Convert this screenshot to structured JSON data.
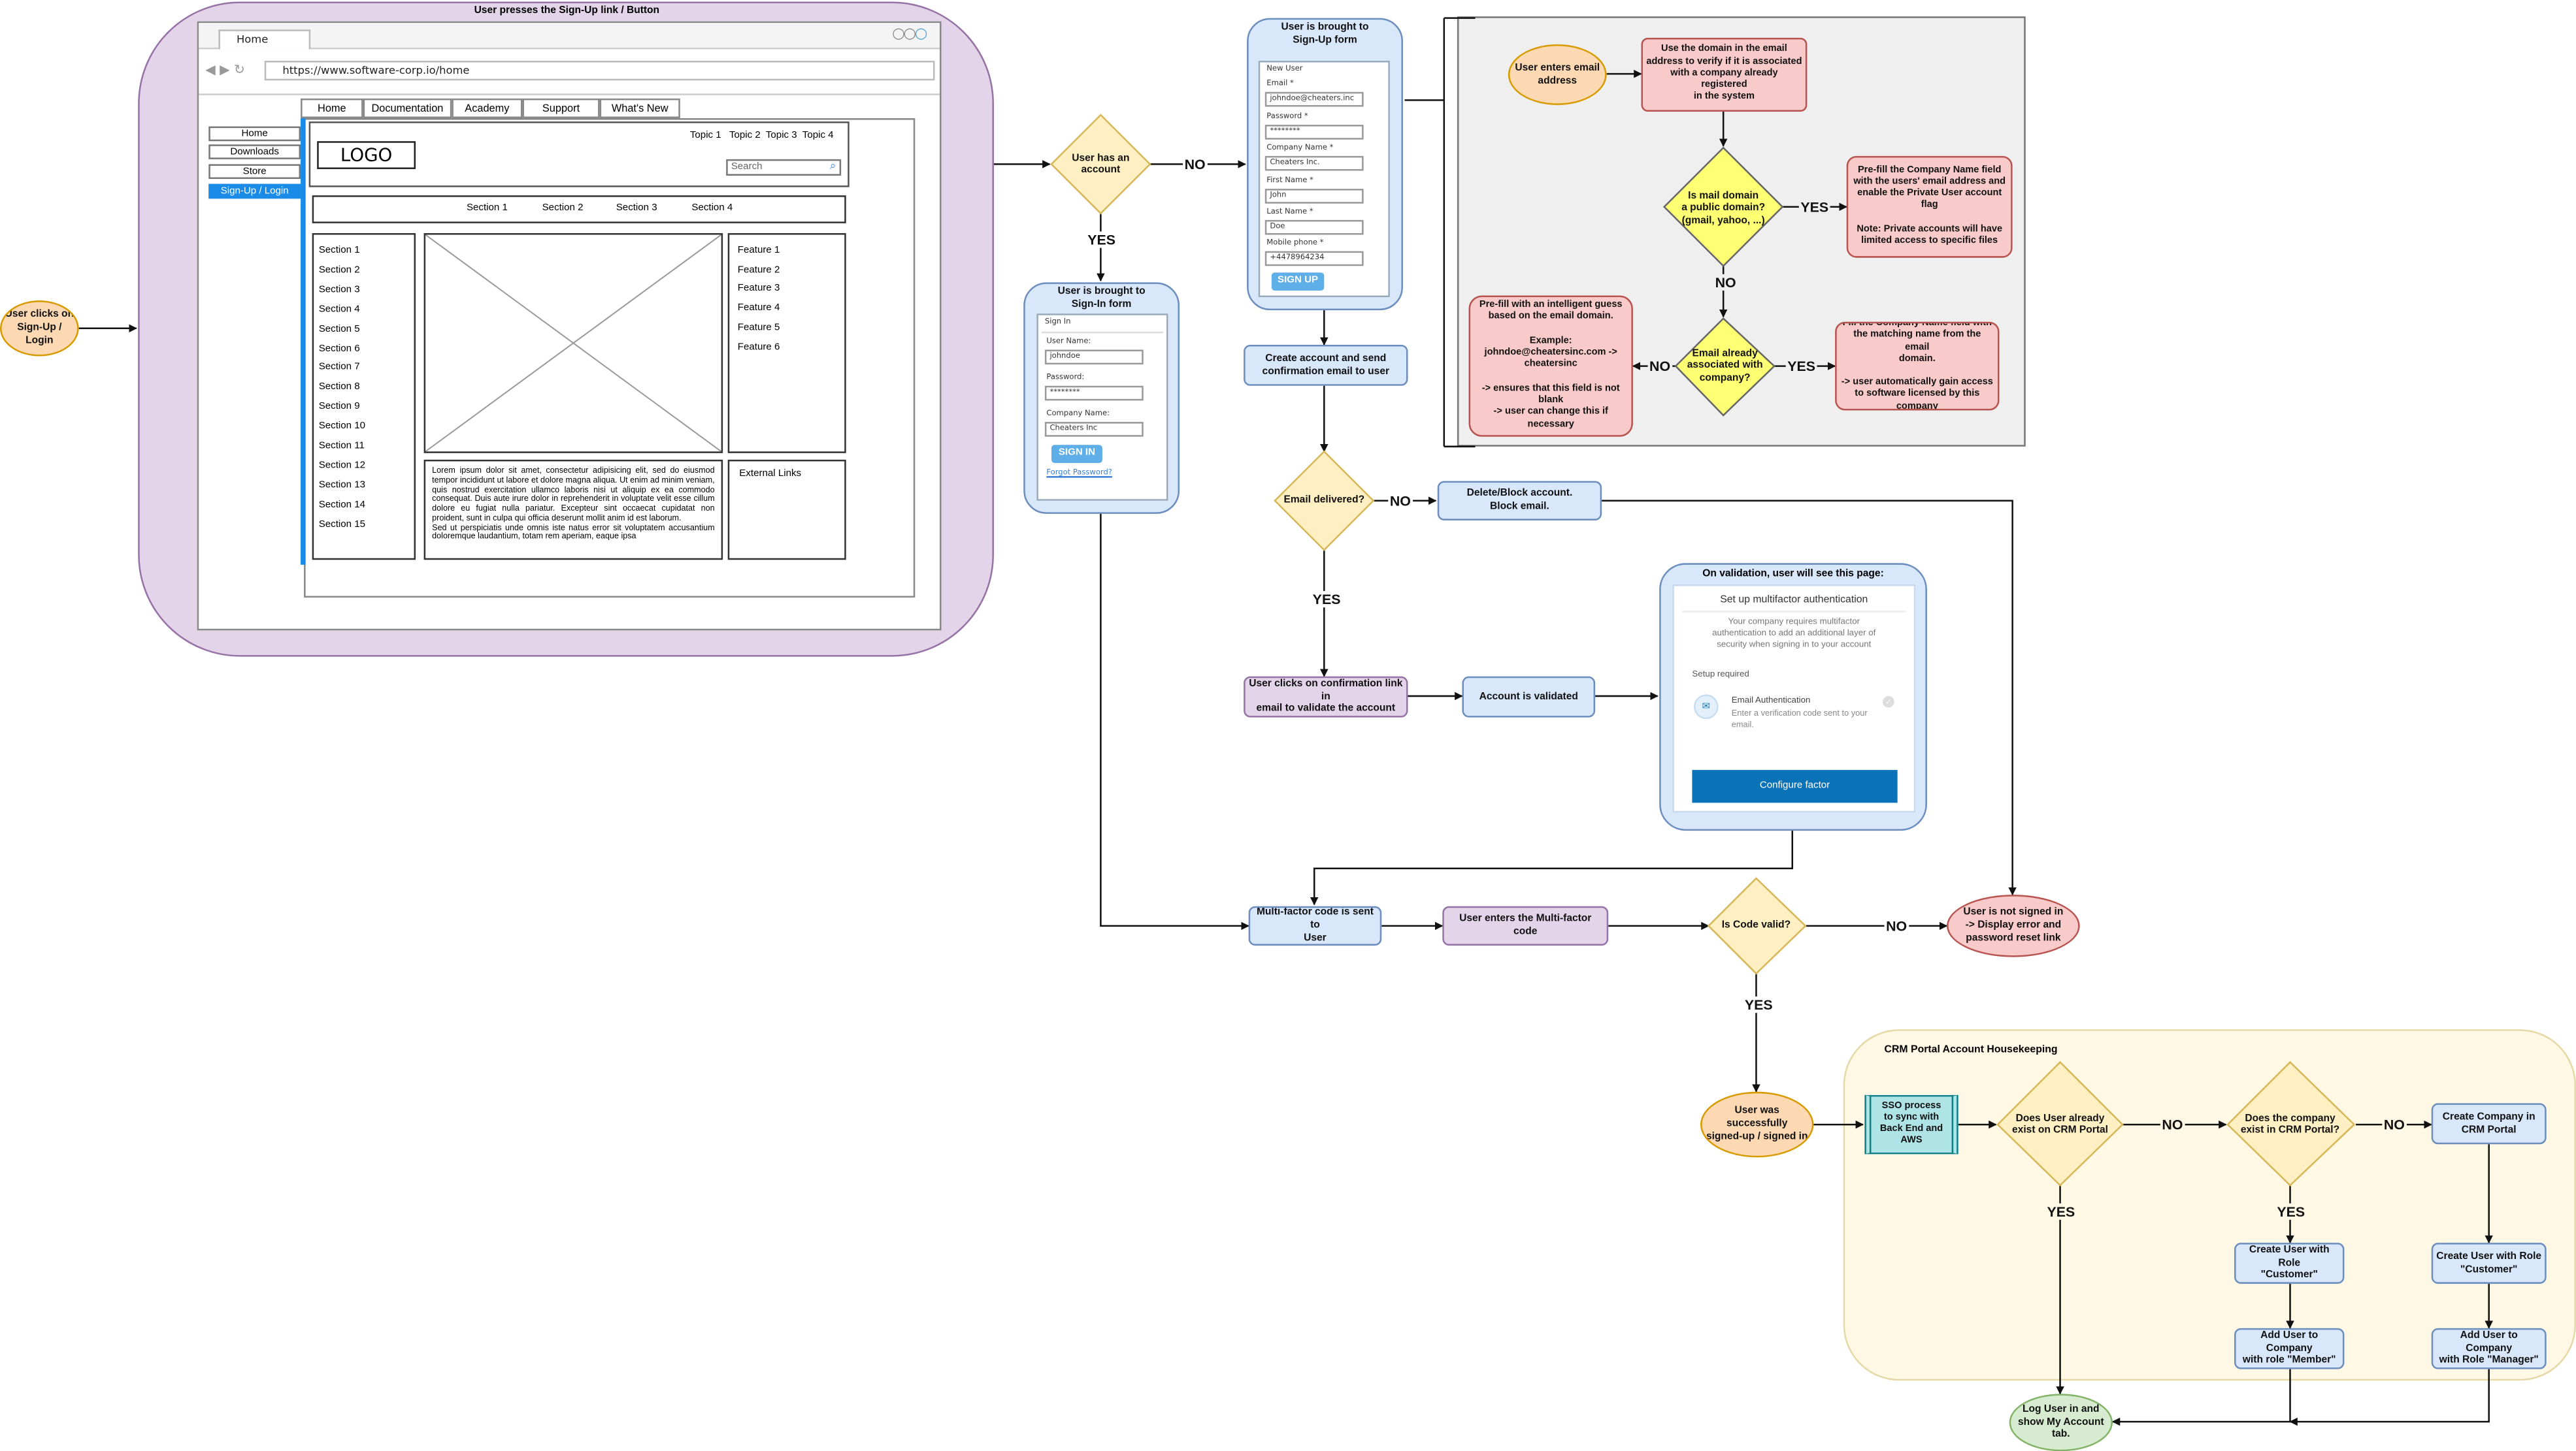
{
  "left_flow": {
    "user_clicks": "User clicks on\nSign-Up / Login",
    "mockup_title": "User presses the Sign-Up link / Button"
  },
  "browser": {
    "tab_title": "Home",
    "url": "https://www.software-corp.io/home",
    "side_nav": [
      "Home",
      "Downloads",
      "Store",
      "Sign-Up / Login"
    ],
    "top_tabs": [
      "Home",
      "Documentation",
      "Academy",
      "Support",
      "What's New"
    ],
    "logo": "LOGO",
    "topics": "Topic 1   Topic 2  Topic 3  Topic 4",
    "search_placeholder": "Search",
    "sections_bar": [
      "Section 1",
      "Section 2",
      "Section 3",
      "Section 4"
    ],
    "section_list": [
      "Section 1",
      "Section 2",
      "Section 3",
      "Section 4",
      "Section 5",
      "Section 6",
      "Section 7",
      "Section 8",
      "Section 9",
      "Section 10",
      "Section 11",
      "Section 12",
      "Section 13",
      "Section 14",
      "Section 15"
    ],
    "features": [
      "Feature 1",
      "Feature 2",
      "Feature 3",
      "Feature 4",
      "Feature 5",
      "Feature 6"
    ],
    "lorem": "Lorem ipsum dolor sit amet, consectetur adipisicing elit, sed do eiusmod tempor incididunt ut labore et dolore magna aliqua. Ut enim ad minim veniam, quis nostrud exercitation ullamco laboris nisi ut aliquip ex ea commodo consequat. Duis aute irure dolor in reprehenderit in voluptate velit esse cillum dolore eu fugiat nulla pariatur. Excepteur sint occaecat cupidatat non proident, sunt in culpa qui officia deserunt mollit anim id est laborum.\nSed ut perspiciatis unde omnis iste natus error sit voluptatem accusantium doloremque laudantium, totam rem aperiam, eaque ipsa",
    "external_links": "External Links"
  },
  "decisions": {
    "has_account": "User has an\naccount",
    "email_delivered": "Email delivered?",
    "code_valid": "Is Code valid?",
    "mail_public": "Is mail domain\na public domain?\n(gmail, yahoo, ...)",
    "email_associated": "Email already\nassociated with\ncompany?",
    "exists_crm": "Does User already\nexist on CRM Portal",
    "company_exists": "Does the company\nexist in CRM Portal?"
  },
  "labels": {
    "yes": "YES",
    "no": "NO"
  },
  "signin": {
    "title": "User is brought to\nSign-In form",
    "heading": "Sign In",
    "user_label": "User Name:",
    "user_value": "johndoe",
    "pass_label": "Password:",
    "pass_value": "********",
    "company_label": "Company Name:",
    "company_value": "Cheaters Inc",
    "button": "SIGN IN",
    "forgot": "Forgot Password?"
  },
  "signup": {
    "title": "User is brought to\nSign-Up form",
    "heading": "New User",
    "email_label": "Email *",
    "email_value": "johndoe@cheaters.inc",
    "pass_label": "Password *",
    "pass_value": "********",
    "company_label": "Company Name *",
    "company_value": "Cheaters Inc.",
    "first_label": "First Name *",
    "first_value": "John",
    "last_label": "Last Name *",
    "last_value": "Doe",
    "mobile_label": "Mobile phone *",
    "mobile_value": "+4478964234",
    "button": "SIGN UP"
  },
  "nodes": {
    "create_account": "Create account and send\nconfirmation email to user",
    "delete_block": "Delete/Block account.\nBlock email.",
    "click_confirm": "User clicks on confirmation link in\nemail to validate the account",
    "account_validated": "Account is validated",
    "mfa_sent": "Multi-factor code is sent to\nUser",
    "enters_mfa": "User enters the Multi-factor code",
    "not_signed": "User is not signed in\n-> Display error and\npassword reset link",
    "signed_up": "User was successfully\nsigned-up / signed in",
    "sso": "SSO process\nto sync  with\nBack End and\nAWS",
    "create_company": "Create Company in\nCRM Portal",
    "create_customer_a": "Create User with Role\n\"Customer\"",
    "create_customer_b": "Create User with Role\n\"Customer\"",
    "add_member": "Add User to Company\nwith role \"Member\"",
    "add_manager": "Add User to Company\nwith Role \"Manager\"",
    "login_show": "Log User in and\nshow My Account\ntab."
  },
  "domain_panel": {
    "enters_email": "User enters email\naddress",
    "use_domain": "Use the domain in the email\naddress to verify if it is associated\nwith a company already registered\nin the system",
    "prefill_private": "Pre-fill the Company Name field\nwith the users' email address and\nenable the Private User account\nflag\n\nNote: Private accounts will have\nlimited access to specific files",
    "prefill_guess": "Pre-fill with an intelligent guess\nbased on the email domain.\n\nExample:\njohndoe@cheatersinc.com ->\ncheatersinc\n\n-> ensures that this field is not\nblank\n-> user can change this if\nnecessary",
    "fill_matching": "Fill the Company Name field with\nthe matching name from the email\ndomain.\n\n-> user automatically gain access\nto software licensed by this\ncompany"
  },
  "mfa_page": {
    "header": "On validation, user will see this page:",
    "title": "Set up multifactor authentication",
    "description": "Your company requires multifactor\nauthentication to add an additional layer of\nsecurity when signing in to your account",
    "setup_required": "Setup required",
    "option_title": "Email Authentication",
    "option_desc": "Enter a verification code sent to your\nemail.",
    "button": "Configure factor"
  },
  "crm": {
    "title": "CRM Portal Account Housekeeping"
  },
  "colors": {
    "orange": "#fdd9b3",
    "blue": "#d9e7fb",
    "purple": "#e3d4ea",
    "red": "#f8caca",
    "yellow_diamond": "#fef0c2",
    "bright_yellow": "#ffff73",
    "green": "#d7ebd1",
    "teal": "#aee4e6",
    "accent_blue": "#0a73b8"
  }
}
